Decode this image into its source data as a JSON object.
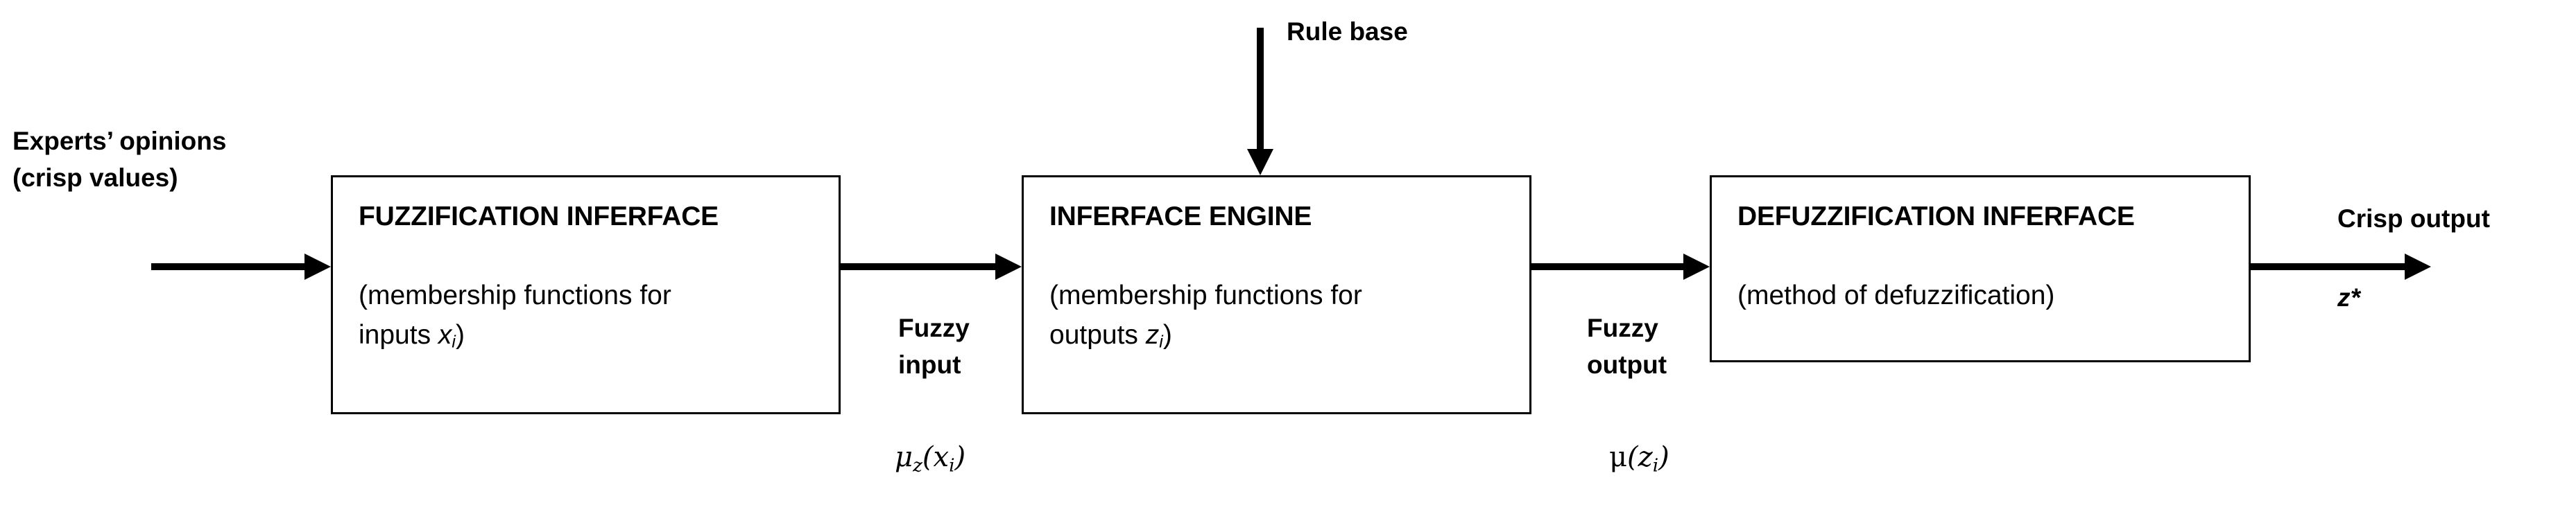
{
  "diagram": {
    "title": "Fuzzy inference system block diagram",
    "colors": {
      "stroke": "#000000",
      "background": "#ffffff",
      "text": "#000000"
    },
    "inputs": {
      "source_label": "Experts’ opinions\n(crisp values)"
    },
    "outputs": {
      "result_label": "Crisp output",
      "result_symbol": "z*"
    },
    "external": {
      "rule_base_label": "Rule base"
    },
    "boxes": [
      {
        "id": "fuzzification",
        "title": "FUZZIFICATION INFERFACE",
        "subtitle_prefix": "(membership functions for\ninputs ",
        "subtitle_symbol": "x",
        "subtitle_symbol_sub": "i",
        "subtitle_suffix": ")"
      },
      {
        "id": "inference-engine",
        "title": "INFERFACE ENGINE",
        "subtitle_prefix": "(membership functions for\noutputs ",
        "subtitle_symbol": "z",
        "subtitle_symbol_sub": "i",
        "subtitle_suffix": ")"
      },
      {
        "id": "defuzzification",
        "title": "DEFUZZIFICATION INFERFACE",
        "subtitle_prefix": "(method of defuzzification)",
        "subtitle_symbol": "",
        "subtitle_symbol_sub": "",
        "subtitle_suffix": ""
      }
    ],
    "connectors": [
      {
        "id": "fuzzy-input",
        "label": "Fuzzy\ninput",
        "formula_mu": "μ",
        "formula_mu_sub": "z",
        "formula_arg": "x",
        "formula_arg_sub": "i",
        "mu_style": "italic"
      },
      {
        "id": "fuzzy-output",
        "label": "Fuzzy\noutput",
        "formula_mu": "μ",
        "formula_mu_sub": "",
        "formula_arg": "z",
        "formula_arg_sub": "i",
        "mu_style": "upright"
      }
    ]
  }
}
